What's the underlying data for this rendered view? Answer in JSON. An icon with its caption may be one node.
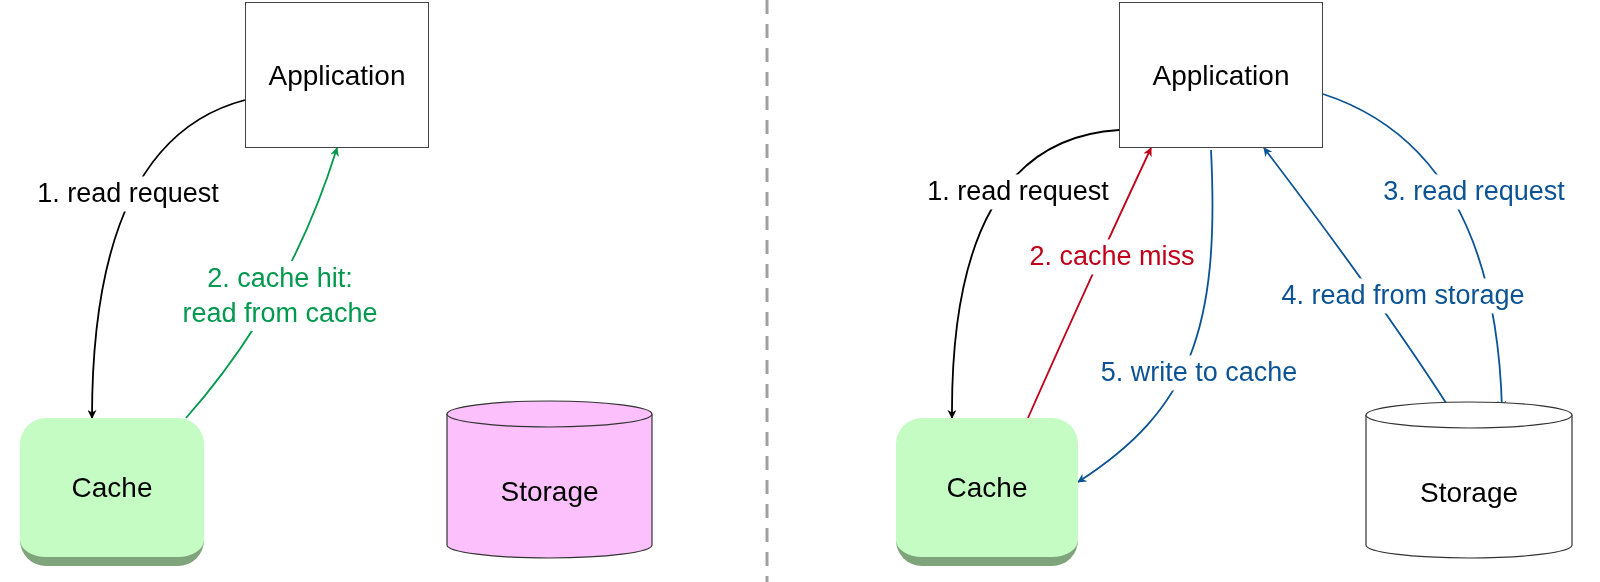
{
  "diagram": {
    "nodes": [
      {
        "text": [
          "Application"
        ]
      },
      {
        "text": [
          "Cache"
        ]
      },
      {
        "text": [
          "Storage"
        ]
      },
      {
        "text": [
          "Application"
        ]
      },
      {
        "text": [
          "Cache"
        ]
      },
      {
        "text": [
          "Storage"
        ]
      }
    ],
    "edges": [
      {
        "from": 0,
        "to": 1,
        "arrow": "to",
        "label": "1. read request",
        "color": "#000000"
      },
      {
        "from": 1,
        "to": 0,
        "arrow": "to",
        "label": "2. cache hit: read from cache",
        "color": "#00994d"
      },
      {
        "from": 3,
        "to": 4,
        "arrow": "to",
        "label": "1. read request",
        "color": "#000000"
      },
      {
        "from": 4,
        "to": 3,
        "arrow": "to",
        "label": "2. cache miss",
        "color": "#c0001a"
      },
      {
        "from": 3,
        "to": 5,
        "arrow": "to",
        "label": "3. read request",
        "color": "#0b5394"
      },
      {
        "from": 5,
        "to": 3,
        "arrow": "to",
        "label": "4. read from storage",
        "color": "#0b5394"
      },
      {
        "from": 3,
        "to": 4,
        "arrow": "to",
        "label": "5. write to cache",
        "color": "#0b5394"
      }
    ]
  }
}
